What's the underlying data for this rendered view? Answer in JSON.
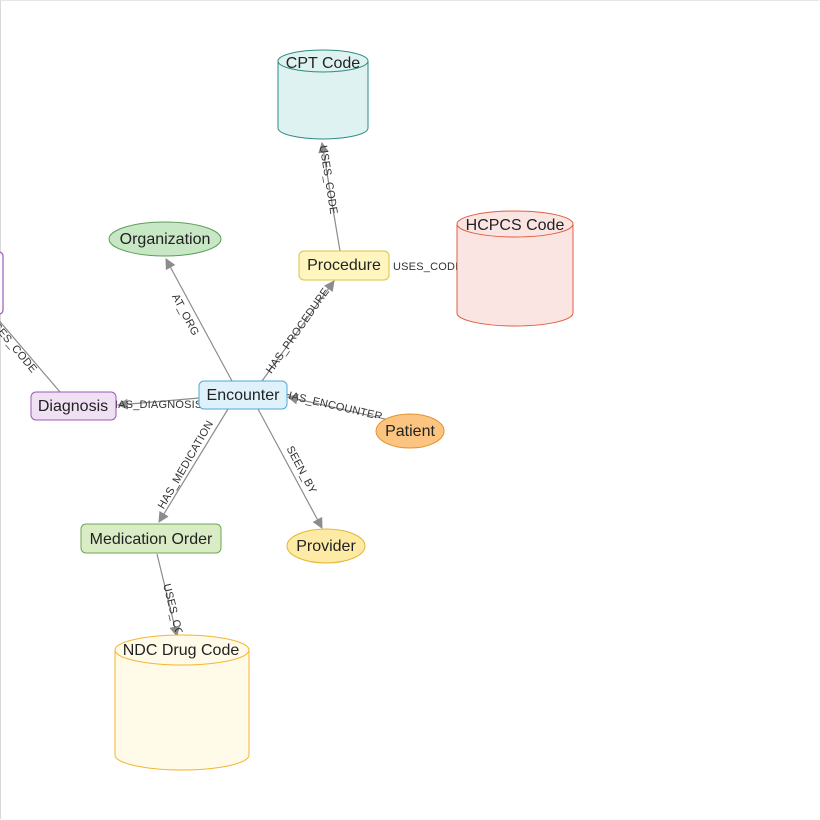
{
  "nodes": {
    "cpt": {
      "label": "CPT Code",
      "fill": "#dff2f2",
      "stroke": "#2e8b82"
    },
    "hcpcs": {
      "label": "HCPCS Code",
      "fill": "#fbe5e3",
      "stroke": "#e0603f"
    },
    "ndc": {
      "label": "NDC Drug Code",
      "fill": "#fffbe8",
      "stroke": "#f3b632"
    },
    "organization": {
      "label": "Organization",
      "fill": "#c7e7c5",
      "stroke": "#5b9e58"
    },
    "procedure": {
      "label": "Procedure",
      "fill": "#fff6bf",
      "stroke": "#e0c241"
    },
    "encounter": {
      "label": "Encounter",
      "fill": "#dff2fc",
      "stroke": "#4ea9d8"
    },
    "diagnosis": {
      "label": "Diagnosis",
      "fill": "#f0e0f4",
      "stroke": "#9b59b6"
    },
    "patient": {
      "label": "Patient",
      "fill": "#fbc480",
      "stroke": "#e1922a"
    },
    "medication_order": {
      "label": "Medication Order",
      "fill": "#d9ecc5",
      "stroke": "#6aa84f"
    },
    "provider": {
      "label": "Provider",
      "fill": "#fdeba5",
      "stroke": "#e3b62e"
    },
    "offscreen": {
      "stroke": "#9b59b6"
    }
  },
  "edges": {
    "procedure_cpt": "USES_CODE",
    "procedure_hcpcs": "USES_CODE",
    "encounter_org": "AT_ORG",
    "encounter_procedure": "HAS_PROCEDURE",
    "encounter_diagnosis": "HAS_DIAGNOSIS",
    "patient_encounter": "HAS_ENCOUNTER",
    "encounter_medication": "HAS_MEDICATION",
    "encounter_provider": "SEEN_BY",
    "medication_ndc": "USES_CODE",
    "diagnosis_offscreen": "USES_CODE"
  },
  "colors": {
    "edge": "#8c8c8c",
    "label_bg": "#ffffff"
  }
}
